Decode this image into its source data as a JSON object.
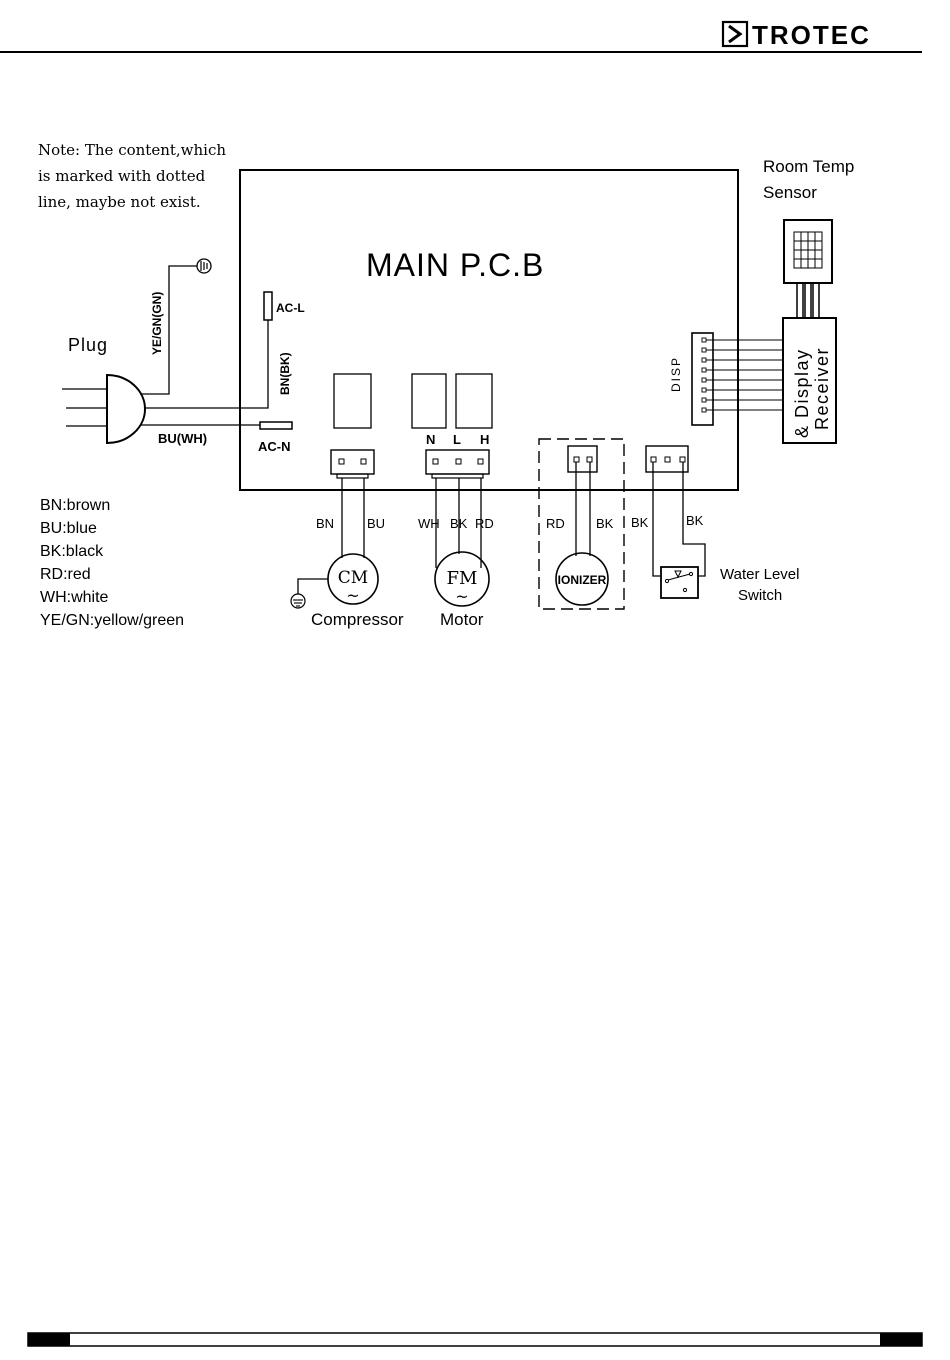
{
  "header": {
    "brand": "TROTEC",
    "logo": "trotec-chevron-logo"
  },
  "note": {
    "lines": [
      "Note: The content,which",
      "is marked with dotted",
      "line, maybe not exist."
    ]
  },
  "pcb": {
    "title": "MAIN P.C.B",
    "ac_l": "AC-L",
    "ac_n": "AC-N",
    "disp": "DISP",
    "relay_labels": {
      "n": "N",
      "l": "L",
      "h": "H"
    }
  },
  "plug": {
    "label": "Plug",
    "ground_wire": "YE/GN(GN)",
    "live_wire": "BN(BK)",
    "neutral_wire": "BU(WH)"
  },
  "sensor": {
    "line1": "Room Temp",
    "line2": "Sensor"
  },
  "display": {
    "line1": "& Display",
    "line2": "Receiver"
  },
  "wires": {
    "compressor": [
      "BN",
      "BU"
    ],
    "motor": [
      "WH",
      "BK",
      "RD"
    ],
    "ionizer": [
      "RD",
      "BK"
    ],
    "switch": [
      "BK",
      "BK"
    ]
  },
  "components": {
    "compressor": {
      "symbol": "CM",
      "label": "Compressor",
      "tilde": "~"
    },
    "motor": {
      "symbol": "FM",
      "label": "Motor",
      "tilde": "~"
    },
    "ionizer": {
      "symbol": "IONIZER"
    },
    "water_switch": {
      "line1": "Water Level",
      "line2": "Switch"
    }
  },
  "legend": [
    "BN:brown",
    "BU:blue",
    "BK:black",
    "RD:red",
    "WH:white",
    "YE/GN:yellow/green"
  ]
}
